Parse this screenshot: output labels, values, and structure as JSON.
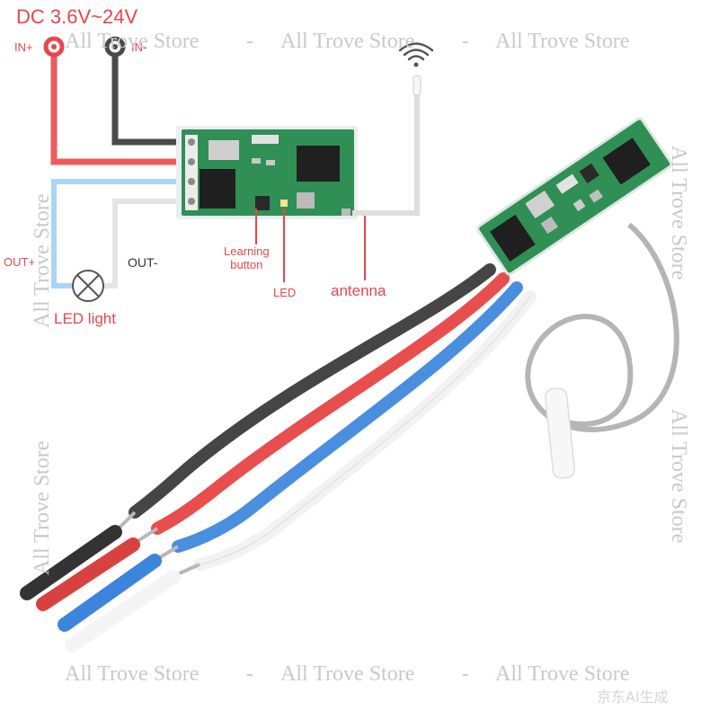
{
  "diagram": {
    "supply_label": "DC 3.6V~24V",
    "in_plus": "IN+",
    "in_minus": "IN-",
    "out_plus": "OUT+",
    "out_minus": "OUT-",
    "led_light": "LED light",
    "learning_button": "Learning\nbutton",
    "led": "LED",
    "antenna": "antenna"
  },
  "watermark": {
    "text": "All Trove Store",
    "separator": "-",
    "corner_mark": "京东AI生成"
  },
  "colors": {
    "label_red": "#e8464b",
    "wire_red": "#f05a5a",
    "wire_black": "#4a4a4a",
    "wire_blue": "#8ec8f5",
    "wire_white": "#dcdcdc",
    "pcb_green": "#2f8f55"
  }
}
